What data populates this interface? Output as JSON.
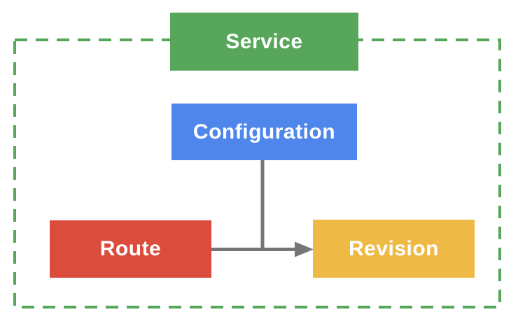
{
  "nodes": {
    "service": {
      "label": "Service",
      "fill": "#57A65A"
    },
    "configuration": {
      "label": "Configuration",
      "fill": "#4F86EC"
    },
    "route": {
      "label": "Route",
      "fill": "#DB4C3C"
    },
    "revision": {
      "label": "Revision",
      "fill": "#EEBA45"
    }
  },
  "edges": [
    {
      "from": "route",
      "to": "revision",
      "style": "arrow"
    },
    {
      "from": "configuration",
      "to": "route-revision-arrow",
      "style": "line"
    }
  ],
  "colors": {
    "boundary_dash": "#57A65A",
    "connector": "#767676",
    "label_text": "#FFFFFF",
    "background": "#FFFFFF"
  }
}
